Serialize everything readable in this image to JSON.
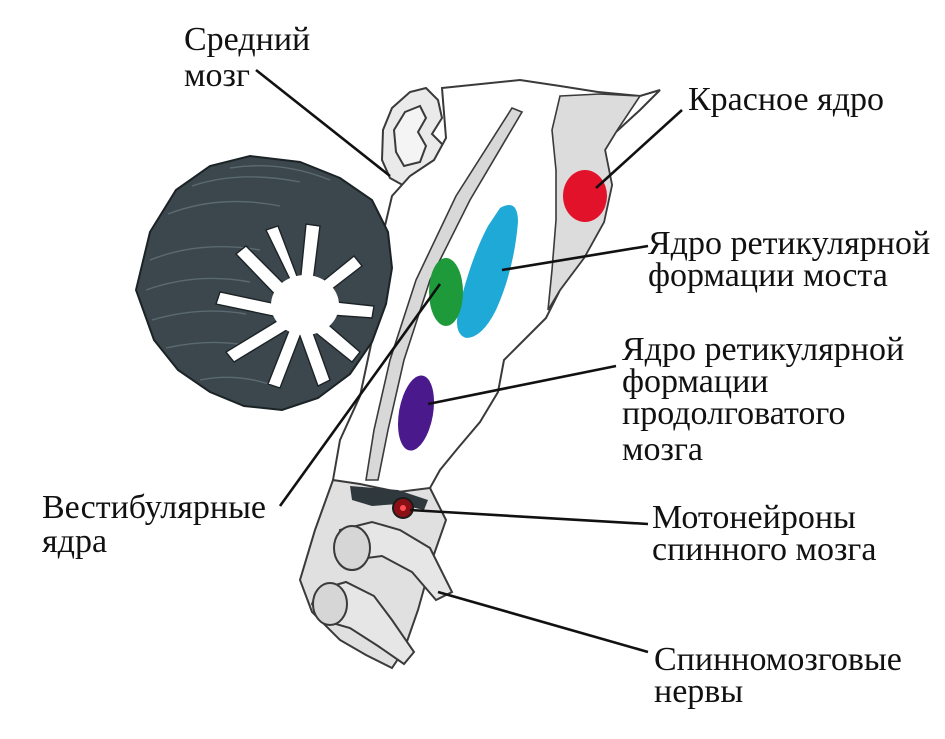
{
  "labels": {
    "midbrain": [
      "Средний",
      "мозг"
    ],
    "red_nucleus": [
      "Красное ядро"
    ],
    "pontine_reticular": [
      "Ядро ретикулярной",
      "формации моста"
    ],
    "medullary_reticular": [
      "Ядро ретикулярной",
      "формации",
      "продолговатого",
      "мозга"
    ],
    "vestibular": [
      "Вестибулярные",
      "ядра"
    ],
    "motoneurons": [
      "Мотонейроны",
      "спинного мозга"
    ],
    "spinal_nerves": [
      "Спинномозговые",
      "нервы"
    ]
  },
  "colors": {
    "red_nucleus": "#e2122a",
    "pontine_reticular": "#1fa9d6",
    "vestibular": "#1e9a3a",
    "medullary_reticular": "#4a1a8c",
    "motoneurons": "#8b0f14",
    "cerebellum": "#3b474c",
    "brainstem": "#ffffff",
    "shading": "#e2e2e2"
  }
}
